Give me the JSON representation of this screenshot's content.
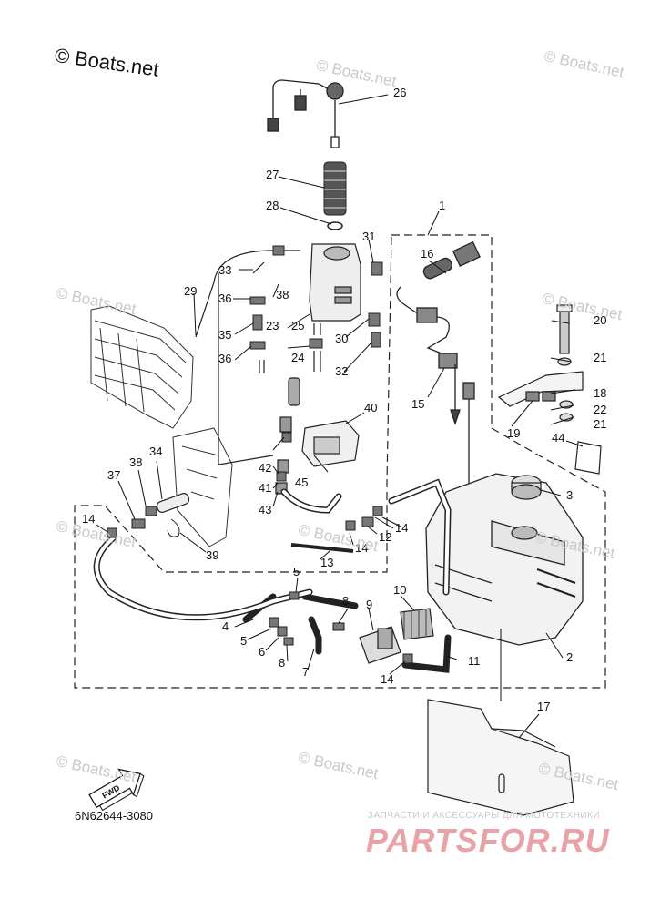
{
  "copyright": "© Boats.net",
  "watermark": "© Boats.net",
  "part_code": "6N62644-3080",
  "fwd_label": "FWD",
  "footer": {
    "subtitle": "ЗАПЧАСТИ И АКСЕССУАРЫ ДЛЯ МОТОТЕХНИКИ",
    "logo": "PARTSFOR.RU"
  },
  "callouts": [
    "1",
    "2",
    "3",
    "4",
    "5",
    "5",
    "6",
    "7",
    "8",
    "8",
    "9",
    "10",
    "11",
    "12",
    "13",
    "14",
    "14",
    "14",
    "14",
    "15",
    "16",
    "17",
    "18",
    "19",
    "20",
    "21",
    "21",
    "22",
    "23",
    "24",
    "25",
    "26",
    "27",
    "28",
    "29",
    "30",
    "31",
    "32",
    "33",
    "34",
    "35",
    "36",
    "36",
    "37",
    "38",
    "38",
    "39",
    "40",
    "41",
    "42",
    "43",
    "44",
    "45"
  ]
}
